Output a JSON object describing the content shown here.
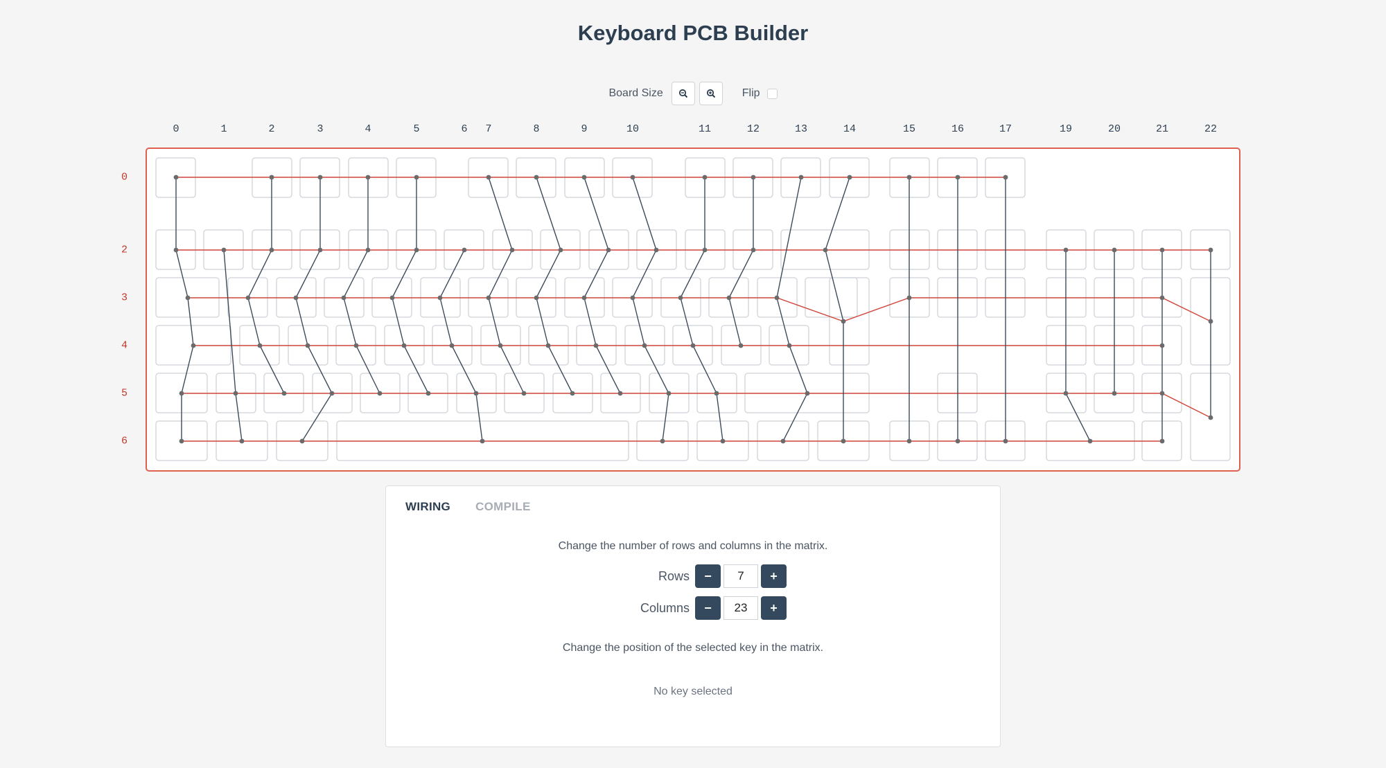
{
  "app": {
    "title": "Keyboard PCB Builder"
  },
  "toolbar": {
    "board_size_label": "Board Size",
    "zoom_out_icon": "zoom-out-icon",
    "zoom_in_icon": "zoom-in-icon",
    "flip_label": "Flip",
    "flip_checked": false
  },
  "matrix": {
    "columns": [
      "0",
      "1",
      "2",
      "3",
      "4",
      "5",
      "6",
      "7",
      "8",
      "9",
      "10",
      "11",
      "12",
      "13",
      "14",
      "15",
      "16",
      "17",
      "19",
      "20",
      "21",
      "22"
    ],
    "rows": [
      "0",
      "2",
      "3",
      "4",
      "5",
      "6"
    ],
    "row_wire_color": "#d0453a",
    "col_wire_color": "#3d4a5c",
    "board_border_color": "#e06050"
  },
  "panel": {
    "tabs": [
      {
        "label": "WIRING",
        "active": true
      },
      {
        "label": "COMPILE",
        "active": false
      }
    ],
    "matrix_hint": "Change the number of rows and columns in the matrix.",
    "rows_label": "Rows",
    "rows_value": "7",
    "columns_label": "Columns",
    "columns_value": "23",
    "minus_label": "−",
    "plus_label": "+",
    "position_hint": "Change the position of the selected key in the matrix.",
    "no_selection": "No key selected"
  }
}
